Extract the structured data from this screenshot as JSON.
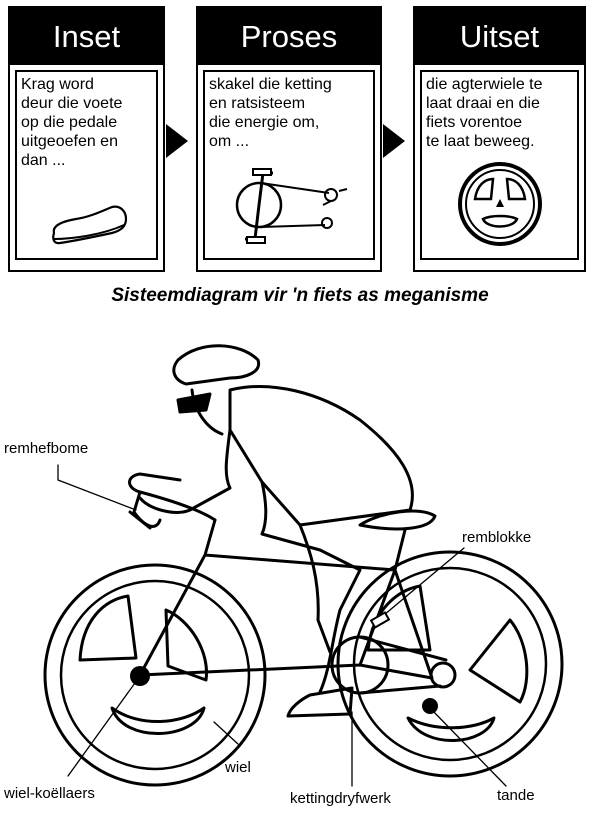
{
  "stages": [
    {
      "heading": "Inset",
      "lines": [
        "Krag word",
        "deur die voete",
        "op die pedale",
        "uitgeoefen en",
        "dan ..."
      ],
      "icon": "shoe-icon"
    },
    {
      "heading": "Proses",
      "lines": [
        "skakel die ketting",
        "en ratsisteem",
        "die energie om,",
        "om ..."
      ],
      "icon": "crank-chain-icon"
    },
    {
      "heading": "Uitset",
      "lines": [
        "die agterwiele te",
        "laat draai en die",
        "fiets vorentoe",
        "te laat beweeg."
      ],
      "icon": "wheel-icon"
    }
  ],
  "caption": "Sisteemdiagram vir 'n fiets as meganisme",
  "labels": {
    "brake_levers": "remhefbome",
    "brake_blocks": "remblokke",
    "wheel": "wiel",
    "wheel_bearing": "wiel-koëllaers",
    "chain_drive": "kettingdryfwerk",
    "teeth": "tande"
  }
}
